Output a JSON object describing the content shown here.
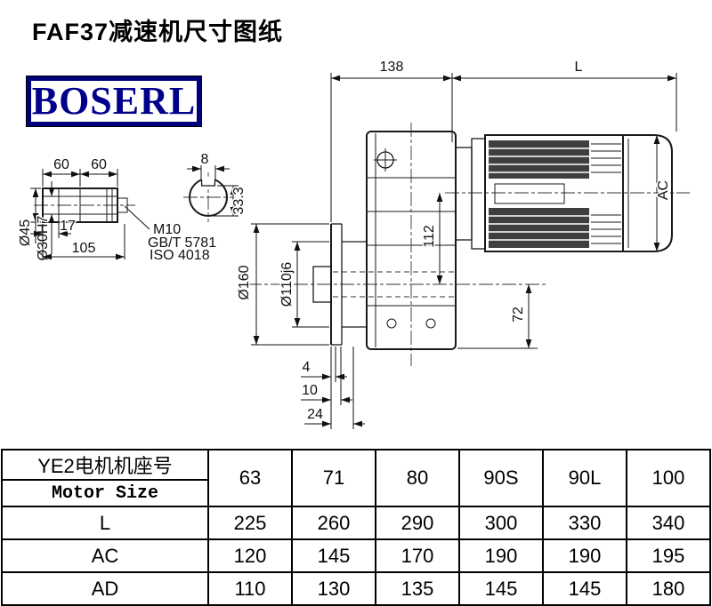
{
  "page": {
    "title": "FAF37减速机尺寸图纸",
    "logo_text": "BOSERL"
  },
  "drawing": {
    "shaft_detail": {
      "dim_60_left": "60",
      "dim_60_right": "60",
      "dim_17": "17",
      "dim_105": "105",
      "dim_d45": "Ø45",
      "dim_d30": "Ø30H7",
      "thread_label": "M10",
      "standard_1": "GB/T 5781",
      "standard_2": "ISO 4018"
    },
    "section_view": {
      "dim_8": "8",
      "dim_33_3": "33.3"
    },
    "main_view": {
      "dim_138": "138",
      "dim_L": "L",
      "dim_AC": "AC",
      "dim_112": "112",
      "dim_72": "72",
      "dim_d160": "Ø160",
      "dim_d110": "Ø110j6",
      "dim_4": "4",
      "dim_10": "10",
      "dim_24": "24"
    }
  },
  "table": {
    "header_cn": "YE2电机机座号",
    "header_en": "Motor Size",
    "motor_sizes": [
      "63",
      "71",
      "80",
      "90S",
      "90L",
      "100"
    ],
    "rows": [
      {
        "label": "L",
        "values": [
          "225",
          "260",
          "290",
          "300",
          "330",
          "340"
        ]
      },
      {
        "label": "AC",
        "values": [
          "120",
          "145",
          "170",
          "190",
          "190",
          "195"
        ]
      },
      {
        "label": "AD",
        "values": [
          "110",
          "130",
          "135",
          "145",
          "145",
          "180"
        ]
      }
    ]
  }
}
